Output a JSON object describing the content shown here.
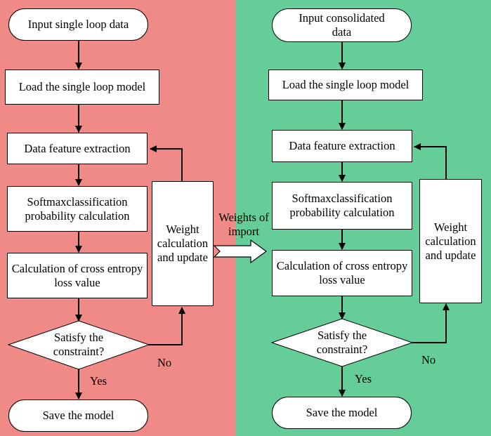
{
  "left": {
    "start": "Input single loop data",
    "load": "Load the single loop model",
    "extract": "Data feature extraction",
    "softmax": "Softmaxclassification probability calculation",
    "entropy": "Calculation of cross entropy loss value",
    "decision": "Satisfy the constraint?",
    "weight": "Weight calculation and update",
    "yes": "Yes",
    "no": "No",
    "save": "Save the model"
  },
  "transfer": {
    "label": "Weights of import"
  },
  "right": {
    "start": "Input consolidated data",
    "load": "Load the single loop model",
    "extract": "Data feature extraction",
    "softmax": "Softmaxclassification probability calculation",
    "entropy": "Calculation of cross entropy loss value",
    "decision": "Satisfy the constraint?",
    "weight": "Weight calculation and update",
    "yes": "Yes",
    "no": "No",
    "save": "Save the model"
  },
  "colors": {
    "left_background": "#F08A86",
    "right_background": "#65CE98"
  }
}
